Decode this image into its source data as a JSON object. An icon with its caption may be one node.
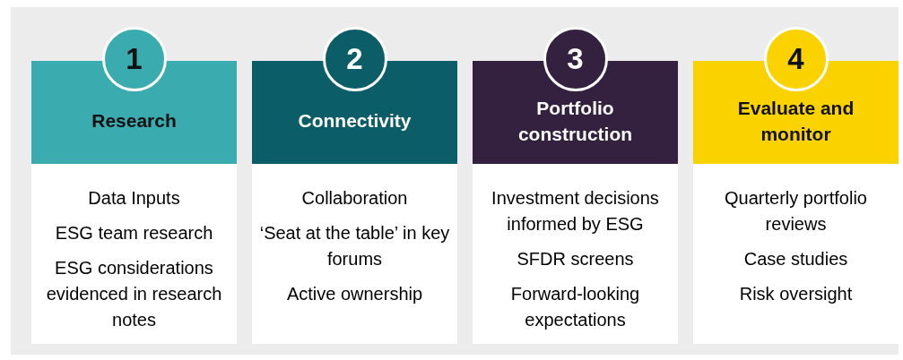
{
  "diagram": {
    "nodes": [
      {
        "text": [
          "Research"
        ]
      },
      {
        "text": [
          "Data Inputs",
          "ESG team research",
          "ESG considerations evidenced in research notes"
        ]
      },
      {
        "text": [
          "1"
        ]
      },
      {
        "text": [
          "Connectivity"
        ]
      },
      {
        "text": [
          "Collaboration",
          "‘Seat at the table’ in key forums",
          "Active ownership"
        ]
      },
      {
        "text": [
          "2"
        ]
      },
      {
        "text": [
          "Portfolio construction"
        ]
      },
      {
        "text": [
          "Investment decisions informed by ESG",
          "SFDR screens",
          "Forward-looking expectations"
        ]
      },
      {
        "text": [
          "3"
        ]
      },
      {
        "text": [
          "Evaluate and monitor"
        ]
      },
      {
        "text": [
          "Quarterly portfolio reviews",
          "Case studies",
          "Risk oversight"
        ]
      },
      {
        "text": [
          "4"
        ]
      }
    ]
  }
}
